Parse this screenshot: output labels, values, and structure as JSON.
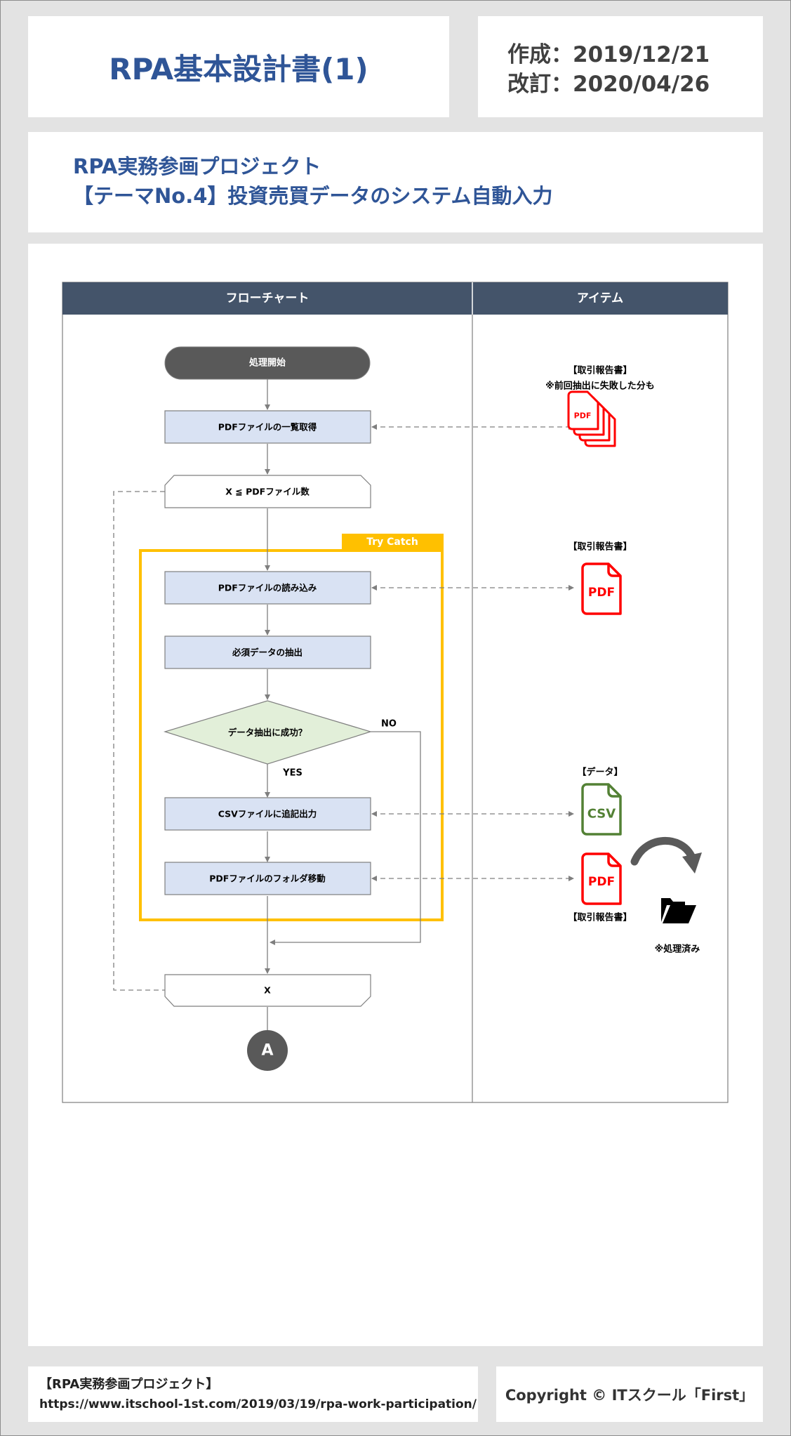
{
  "header": {
    "title": "RPA基本設計書(1)",
    "created": "作成：2019/12/21",
    "revised": "改訂：2020/04/26"
  },
  "project": {
    "line1": "RPA実務参画プロジェクト",
    "line2": "【テーマNo.4】投資売買データのシステム自動入力"
  },
  "table": {
    "col_flow": "フローチャート",
    "col_items": "アイテム"
  },
  "flow": {
    "start": "処理開始",
    "step_list": "PDFファイルの一覧取得",
    "loop_start": "X ≦ PDFファイル数",
    "try_label": "Try Catch",
    "step_read": "PDFファイルの読み込み",
    "step_extract": "必須データの抽出",
    "decision": "データ抽出に成功？",
    "no_label": "NO",
    "yes_label": "YES",
    "step_csv": "CSVファイルに追記出力",
    "step_move": "PDFファイルのフォルダ移動",
    "loop_end": "X",
    "connector": "A"
  },
  "items": {
    "report_multi_1": "【取引報告書】",
    "report_multi_2": "※前回抽出に失敗した分も",
    "report_single": "【取引報告書】",
    "data_label": "【データ】",
    "report_moved": "【取引報告書】",
    "processed_note": "※処理済み",
    "pdf_text": "PDF",
    "csv_text": "CSV"
  },
  "colors": {
    "header_fill": "#44546a",
    "title_blue": "#2f5597",
    "process_fill": "#d9e2f3",
    "decision_fill": "#e2efd9",
    "try_border": "#ffc000",
    "pdf_red": "#ff0000",
    "csv_green": "#538135",
    "start_fill": "#595959"
  },
  "footer": {
    "project_name": "【RPA実務参画プロジェクト】",
    "url": "https://www.itschool-1st.com/2019/03/19/rpa-work-participation/",
    "copyright": "Copyright © ITスクール「First」"
  }
}
